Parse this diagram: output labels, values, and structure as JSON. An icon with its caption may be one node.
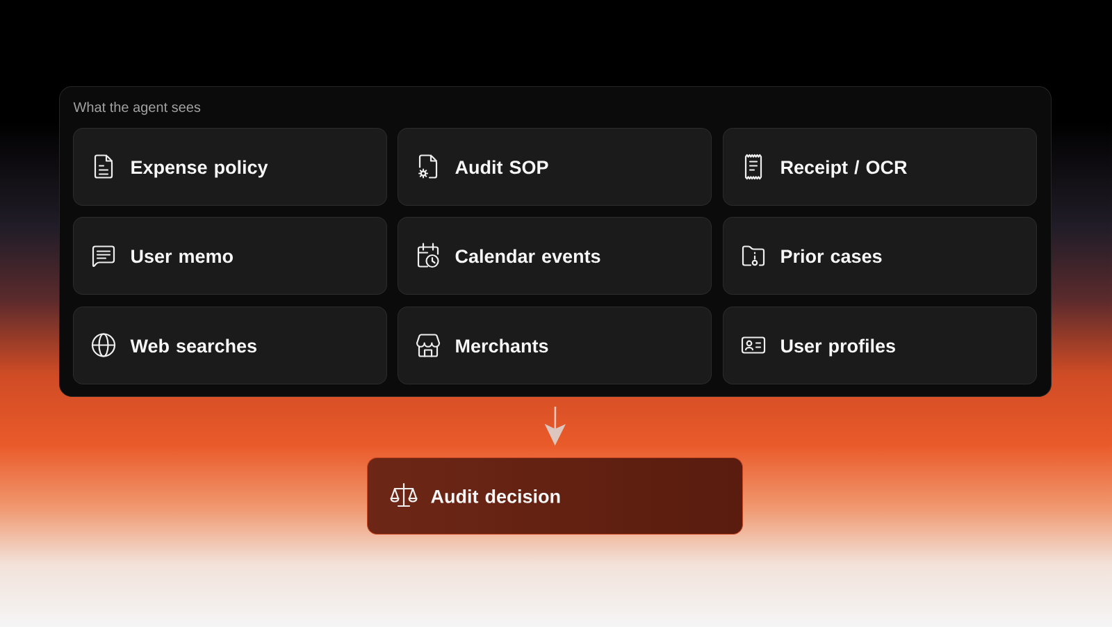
{
  "diagram": {
    "nodes": [
      {
        "text": [
          "What the agent sees"
        ]
      },
      {
        "text": [
          "Expense policy"
        ],
        "in": 0
      },
      {
        "text": [
          "Audit SOP"
        ],
        "in": 0
      },
      {
        "text": [
          "Receipt / OCR"
        ],
        "in": 0
      },
      {
        "text": [
          "User memo"
        ],
        "in": 0
      },
      {
        "text": [
          "Calendar events"
        ],
        "in": 0
      },
      {
        "text": [
          "Prior cases"
        ],
        "in": 0
      },
      {
        "text": [
          "Web searches"
        ],
        "in": 0
      },
      {
        "text": [
          "Merchants"
        ],
        "in": 0
      },
      {
        "text": [
          "User profiles"
        ],
        "in": 0
      },
      {
        "text": [
          "Audit decision"
        ]
      }
    ],
    "edges": [
      {
        "from": 0,
        "to": 10,
        "arrow": "to"
      }
    ]
  }
}
